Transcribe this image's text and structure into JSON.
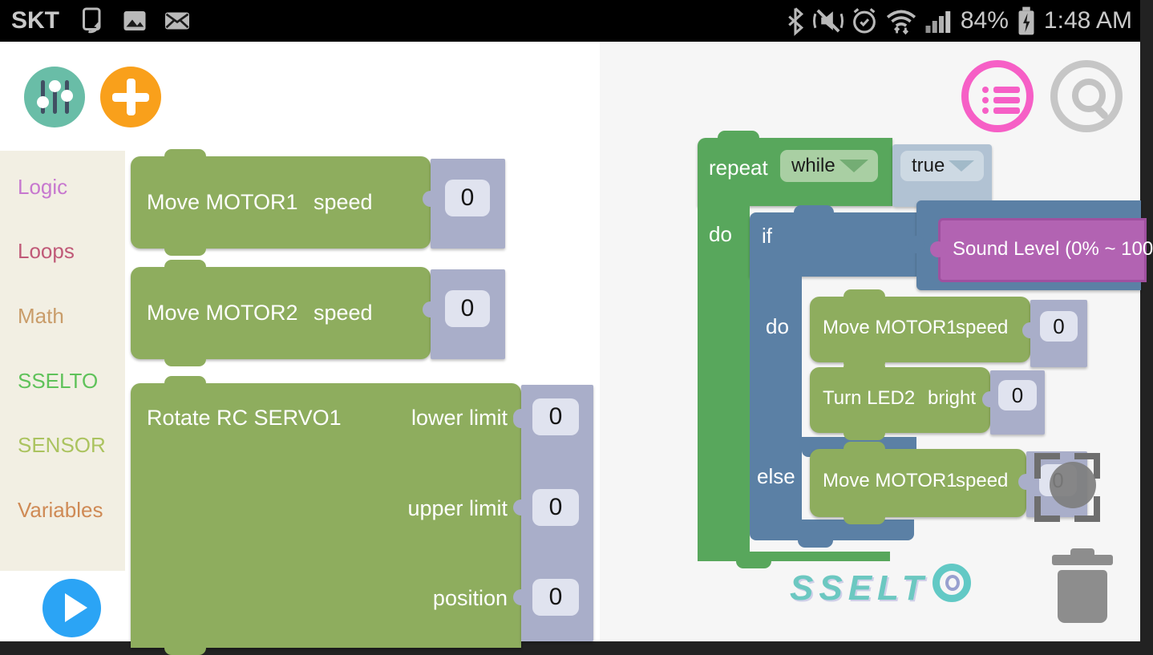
{
  "status_bar": {
    "carrier": "SKT",
    "battery_percent": "84%",
    "time": "1:48 AM",
    "left_icons": [
      "screenshot-icon",
      "gallery-icon",
      "mail-icon"
    ],
    "right_icons": [
      "bluetooth-icon",
      "vibrate-mute-icon",
      "alarm-icon",
      "wifi-icon",
      "signal-icon",
      "battery-charging-icon"
    ]
  },
  "toolbar": {
    "settings_icon": "sliders-icon",
    "add_icon": "plus-icon",
    "run_icon": "play-icon",
    "workspace_icons": [
      "block-list-icon",
      "search-icon"
    ],
    "trash_icon": "trash-icon"
  },
  "palette": {
    "categories": [
      {
        "label": "Logic",
        "color": "#c778cf"
      },
      {
        "label": "Loops",
        "color": "#c05a78"
      },
      {
        "label": "Math",
        "color": "#c99c69"
      },
      {
        "label": "SSELTO",
        "color": "#5fc25a"
      },
      {
        "label": "SENSOR",
        "color": "#abc35f"
      },
      {
        "label": "Variables",
        "color": "#cf8a55"
      }
    ],
    "blocks": {
      "motor1": {
        "label": "Move MOTOR1",
        "param": "speed",
        "value": "0"
      },
      "motor2": {
        "label": "Move MOTOR2",
        "param": "speed",
        "value": "0"
      },
      "servo": {
        "label": "Rotate RC SERVO1",
        "params": [
          {
            "name": "lower limit",
            "value": "0"
          },
          {
            "name": "upper limit",
            "value": "0"
          },
          {
            "name": "position",
            "value": "0"
          }
        ]
      }
    }
  },
  "workspace": {
    "repeat_block": {
      "label": "repeat",
      "mode": "while",
      "do_label": "do"
    },
    "condition_true": {
      "value": "true"
    },
    "if_block": {
      "if_label": "if",
      "do_label": "do",
      "else_label": "else"
    },
    "sound_level_block": {
      "label": "Sound Level (0% ~ 100"
    },
    "do_motor1": {
      "label": "Move MOTOR1",
      "param": "speed",
      "value": "0"
    },
    "do_led2": {
      "label": "Turn LED2",
      "param": "bright",
      "value": "0"
    },
    "else_motor1": {
      "label": "Move MOTOR1",
      "param": "speed",
      "value": "0"
    },
    "logo_text": "SSELT",
    "logo_full": "SSELTO"
  },
  "colors": {
    "statement_green": "#8ead5e",
    "loop_green": "#58a75c",
    "logic_blue": "#5b80a5",
    "sensor_purple": "#b263b2",
    "value_gray": "#a9aec9",
    "field_bg": "#e0e3ef",
    "boolean_blue": "#b1c2d3",
    "accent_pink": "#f65fc6",
    "accent_orange": "#f9a01b",
    "accent_teal": "#69bda7",
    "accent_blue": "#2ba4f5",
    "category_bg": "#f2efe3",
    "workspace_bg": "#f6f6f6"
  }
}
